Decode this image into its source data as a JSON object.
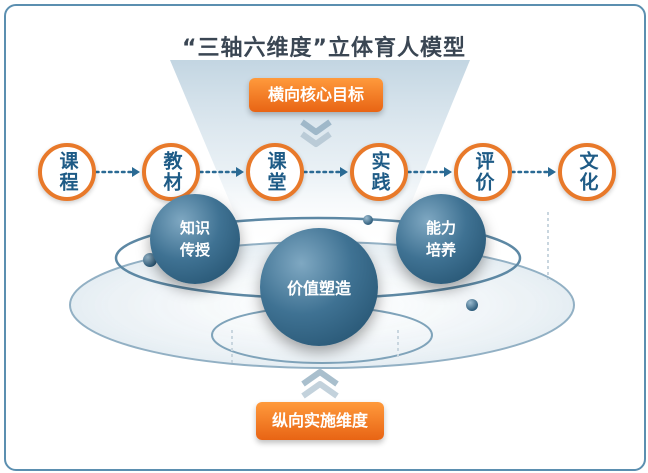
{
  "title": "“三轴六维度”立体育人模型",
  "top_label": "横向核心目标",
  "bottom_label": "纵向实施维度",
  "chain": [
    {
      "text": "课程"
    },
    {
      "text": "教材"
    },
    {
      "text": "课堂"
    },
    {
      "text": "实践"
    },
    {
      "text": "评价"
    },
    {
      "text": "文化"
    }
  ],
  "spheres": {
    "knowledge": "知识\n传授",
    "ability": "能力\n培养",
    "values": "价值塑造"
  },
  "colors": {
    "accent": "#e8792a",
    "node_text": "#1e5b86",
    "sphere": "#3f7293"
  }
}
